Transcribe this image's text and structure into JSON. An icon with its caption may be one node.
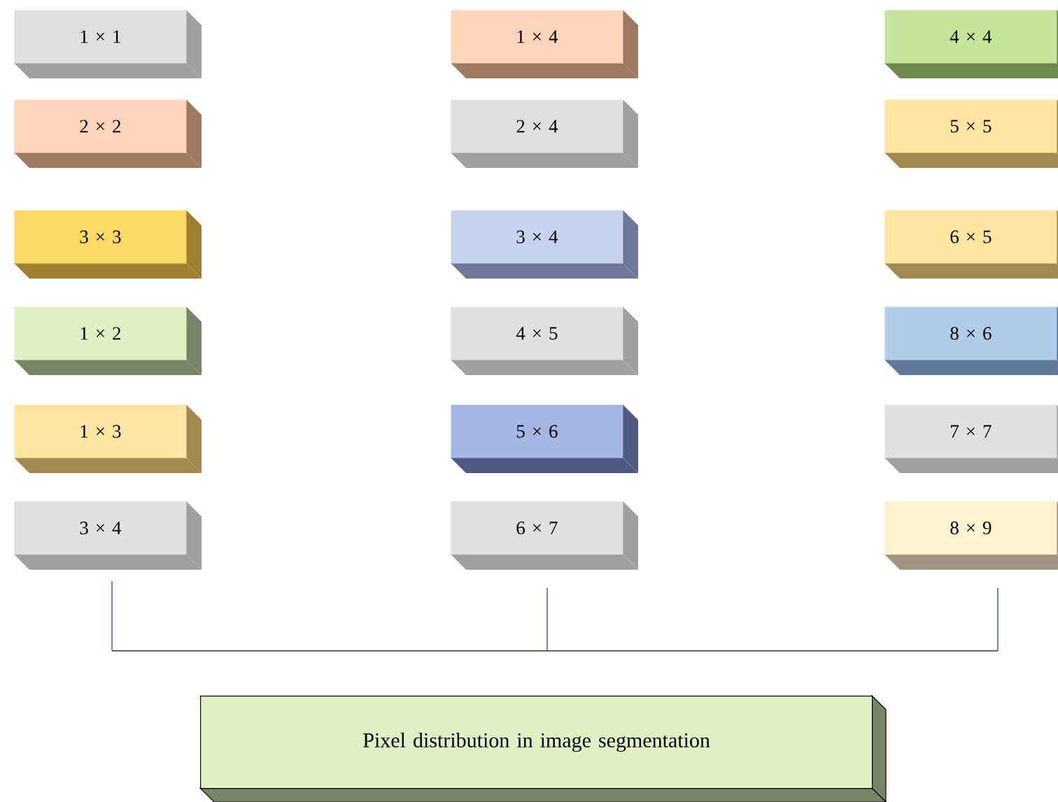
{
  "diagram": {
    "nodes": [
      {
        "text": [
          "1 × 1"
        ]
      },
      {
        "text": [
          "1 × 4"
        ]
      },
      {
        "text": [
          "4 × 4"
        ]
      },
      {
        "text": [
          "2 × 2"
        ]
      },
      {
        "text": [
          "2 × 4"
        ]
      },
      {
        "text": [
          "5 × 5"
        ]
      },
      {
        "text": [
          "3 × 3"
        ]
      },
      {
        "text": [
          "3 × 4"
        ]
      },
      {
        "text": [
          "6 × 5"
        ]
      },
      {
        "text": [
          "1 × 2"
        ]
      },
      {
        "text": [
          "4 × 5"
        ]
      },
      {
        "text": [
          "8 × 6"
        ]
      },
      {
        "text": [
          "1 × 3"
        ]
      },
      {
        "text": [
          "5 × 6"
        ]
      },
      {
        "text": [
          "7 × 7"
        ]
      },
      {
        "text": [
          "3 × 4"
        ]
      },
      {
        "text": [
          "6 × 7"
        ]
      },
      {
        "text": [
          "8 × 9"
        ]
      },
      {
        "text": [
          "Pixel distribution in image segmentation"
        ]
      }
    ],
    "edges": []
  }
}
